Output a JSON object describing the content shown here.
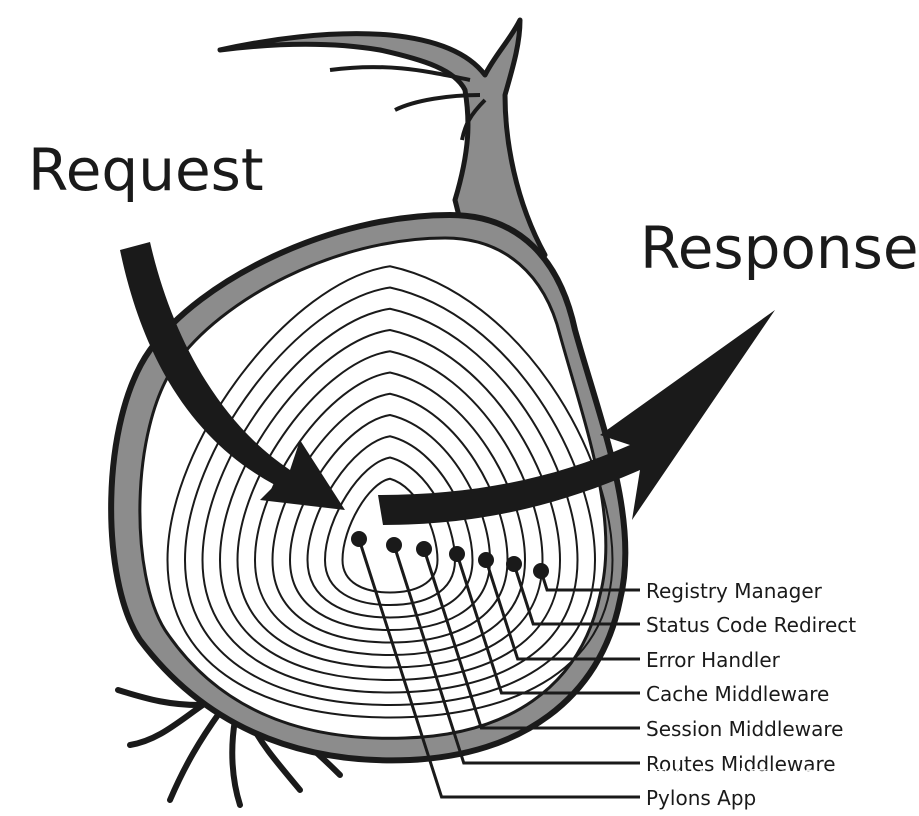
{
  "diagram": {
    "request_label": "Request",
    "response_label": "Response",
    "layers": [
      "Registry Manager",
      "Status Code Redirect",
      "Error Handler",
      "Cache Middleware",
      "Session Middleware",
      "Routes Middleware",
      "Pylons App"
    ],
    "colors": {
      "ink": "#1a1a1a",
      "skin": "#8c8c8c",
      "flesh": "#ffffff"
    }
  },
  "watermark": "掘金技术社区 @ 兔一"
}
